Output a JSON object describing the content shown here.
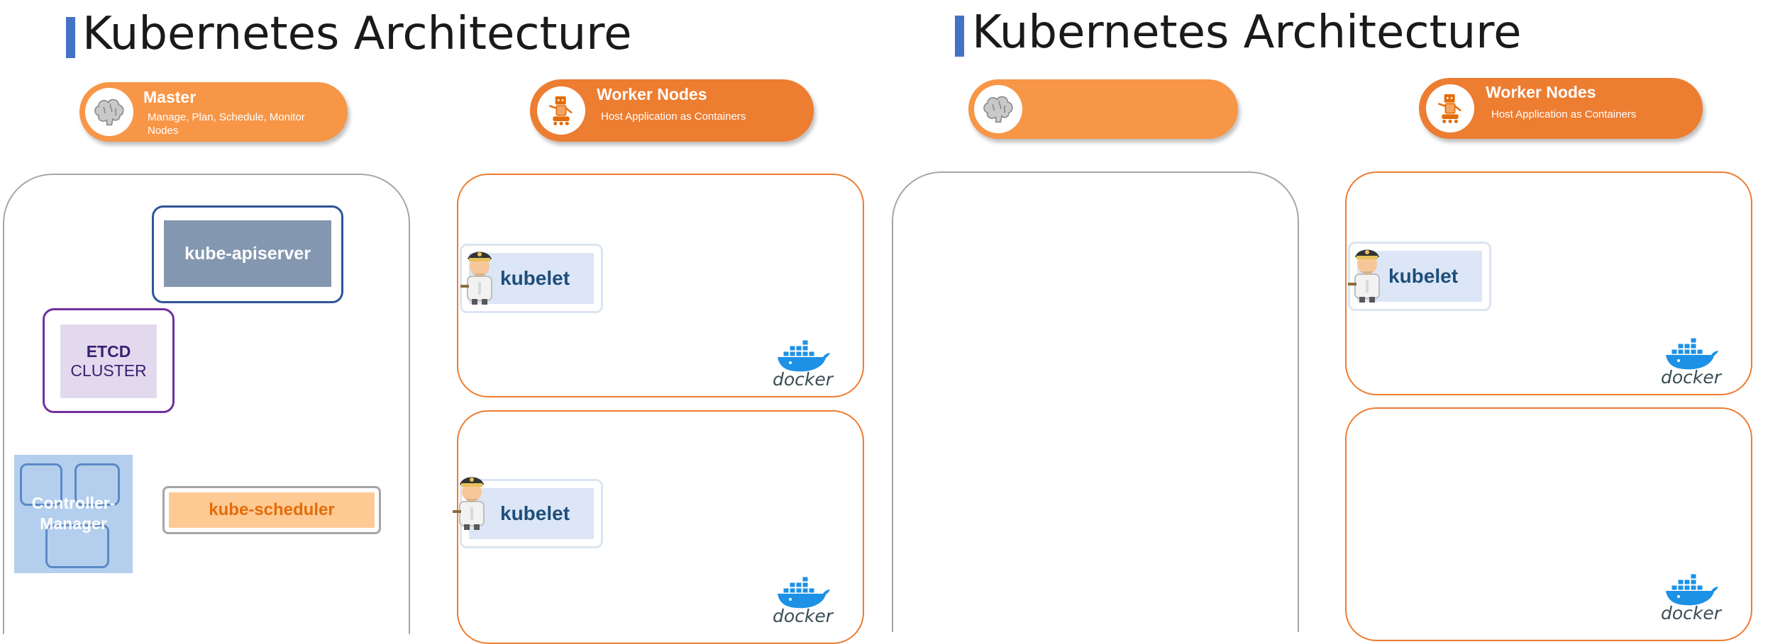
{
  "left": {
    "title": "Kubernetes Architecture",
    "master_pill": {
      "heading": "Master",
      "subtitle": "Manage, Plan, Schedule, Monitor Nodes",
      "icon": "brain-icon"
    },
    "worker_pill": {
      "heading": "Worker Nodes",
      "subtitle": "Host Application as Containers",
      "icon": "robot-icon"
    },
    "master_components": {
      "apiserver": "kube-apiserver",
      "etcd_line1": "ETCD",
      "etcd_line2": "CLUSTER",
      "controller_manager_line1": "Controller-",
      "controller_manager_line2": "Manager",
      "scheduler": "kube-scheduler"
    },
    "worker_nodes": [
      {
        "agent": "kubelet",
        "runtime": "docker"
      },
      {
        "agent": "kubelet",
        "runtime": "docker"
      }
    ]
  },
  "right": {
    "title": "Kubernetes Architecture",
    "master_pill": {
      "icon": "brain-icon"
    },
    "worker_pill": {
      "heading": "Worker Nodes",
      "subtitle": "Host Application as Containers",
      "icon": "robot-icon"
    },
    "worker_nodes": [
      {
        "agent": "kubelet",
        "runtime": "docker"
      },
      {
        "runtime": "docker"
      }
    ]
  },
  "colors": {
    "title_accent": "#4472c4",
    "master_pill": "#f79646",
    "worker_pill": "#ed7d31",
    "worker_border": "#ed7d31",
    "apiserver_border": "#2f5496",
    "etcd_border": "#7030a0",
    "docker_blue": "#1d91e6"
  }
}
